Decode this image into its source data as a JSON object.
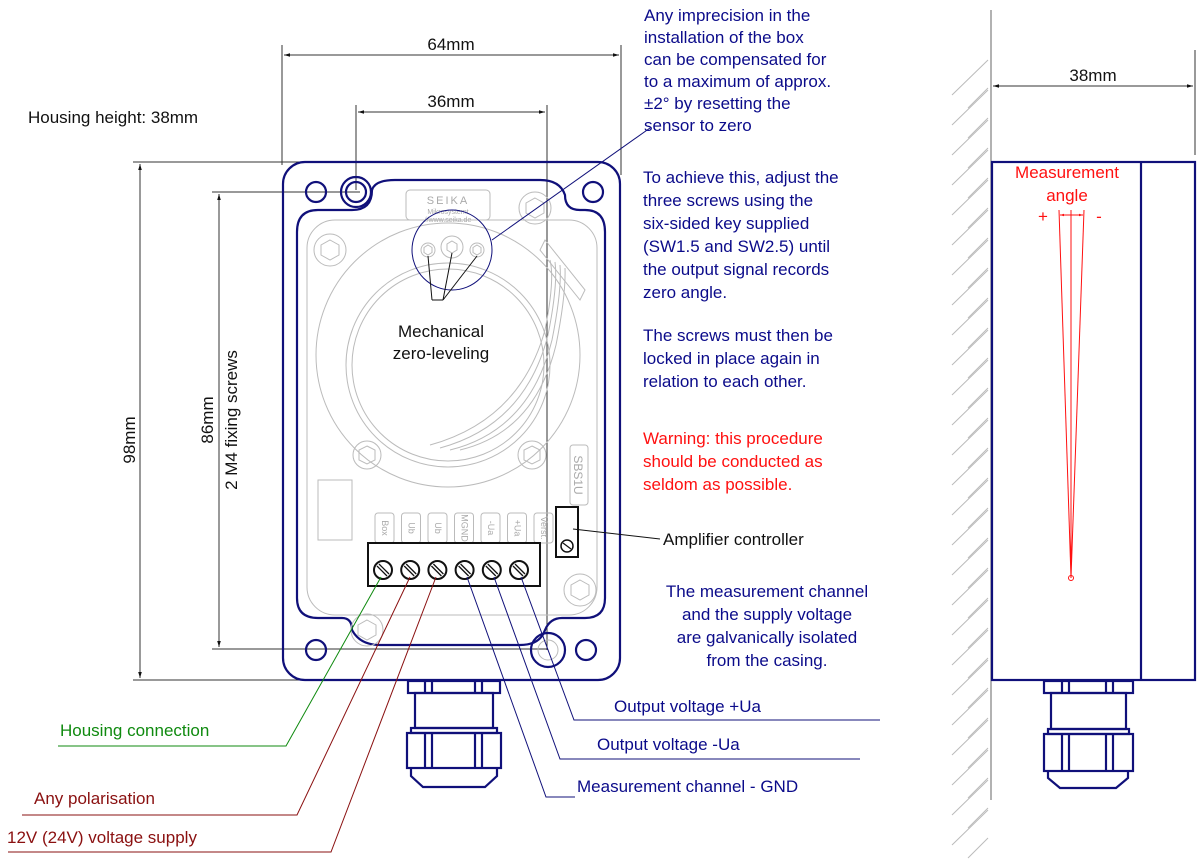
{
  "title": "SEIKA inclination sensor housing — installation drawing",
  "dimensions": {
    "width_outer": "64mm",
    "hole_spacing": "36mm",
    "height_outer": "98mm",
    "fixing_spacing": "86mm",
    "fixing_screws": "2 M4 fixing screws",
    "housing_height": "Housing height: 38mm",
    "side_depth": "38mm"
  },
  "nameplate": {
    "brand": "SEIKA",
    "line1": "Mikrosystemt",
    "line2": "//www.seika.de",
    "model": "SBS1U"
  },
  "terminal_labels": [
    "Box",
    "Ub",
    "Ub",
    "MGND",
    "-Ua",
    "+Ua",
    "Verst."
  ],
  "labels": {
    "mechanical_zero": [
      "Mechanical",
      "zero-leveling"
    ],
    "amplifier": "Amplifier controller",
    "housing_connection": "Housing connection",
    "any_polarisation": "Any polarisation",
    "voltage_supply": "12V (24V) voltage supply",
    "output_plus": "Output voltage +Ua",
    "output_minus": "Output voltage -Ua",
    "measurement_gnd": "Measurement channel - GND"
  },
  "notes": {
    "imprecision": [
      "Any imprecision in the",
      "installation of the box",
      "can be compensated for",
      "to a maximum of approx.",
      "±2° by resetting the",
      "sensor to zero"
    ],
    "adjust": [
      "To achieve this, adjust the",
      "three screws using the",
      "six-sided key supplied",
      "(SW1.5 and SW2.5) until",
      "the output signal records",
      "zero angle."
    ],
    "lock": [
      "The screws must then be",
      "locked in place again in",
      "relation to each other."
    ],
    "warning": [
      "Warning: this procedure",
      "should be conducted as",
      "seldom as possible."
    ],
    "isolation": [
      "The measurement channel",
      "and the supply voltage",
      "are galvanically isolated",
      "from the casing."
    ]
  },
  "side_view": {
    "measurement_label": [
      "Measurement",
      "angle"
    ],
    "plus": "+",
    "minus": "-"
  },
  "colors": {
    "housing": "#10107a",
    "text_blue": "#0b0b8a",
    "warning": "#ff1010",
    "housing_connection": "#0f8a0f",
    "supply": "#8a1010"
  }
}
